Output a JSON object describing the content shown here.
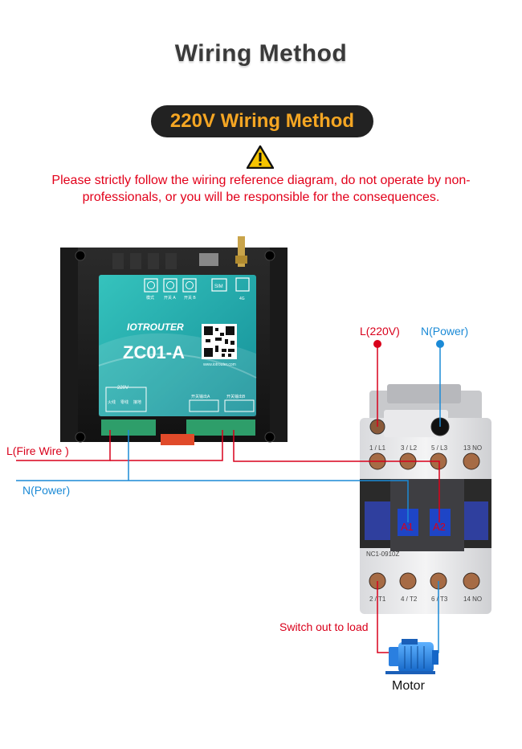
{
  "title": "Wiring Method",
  "subtitle": "220V Wiring Method",
  "warning": "Please strictly follow the wiring reference diagram, do not operate by non-professionals, or you will be responsible for the consequences.",
  "controller": {
    "brand": "IOTROUTER",
    "model": "ZC01-A",
    "website": "www.iotrouter.com",
    "sim_label": "SIM",
    "signal_label": "4G",
    "voltage_label": "220V",
    "button_labels": [
      "模式",
      "开关 A",
      "开关 B"
    ],
    "terminal_labels": [
      "火线",
      "零线",
      "接地"
    ],
    "output_a": "开关输出A",
    "output_b": "开关输出B"
  },
  "labels": {
    "l_220v": "L(220V)",
    "n_power_top": "N(Power)",
    "l_fire": "L(Fire Wire )",
    "n_power_left": "N(Power)",
    "switch_out": "Switch out to load",
    "motor": "Motor"
  },
  "contactor": {
    "top_terminals": [
      "1 / L1",
      "3 / L2",
      "5 / L3",
      "13 NO"
    ],
    "bottom_terminals": [
      "2 / T1",
      "4 / T2",
      "6 / T3",
      "14 NO"
    ],
    "coil_a1": "A1",
    "coil_a2": "A2",
    "model": "NC1-0910Z"
  },
  "colors": {
    "red_wire": "#d9001b",
    "blue_wire": "#1b8ad6",
    "title_accent": "#f5a623",
    "device_teal": "#1fa6a4"
  }
}
